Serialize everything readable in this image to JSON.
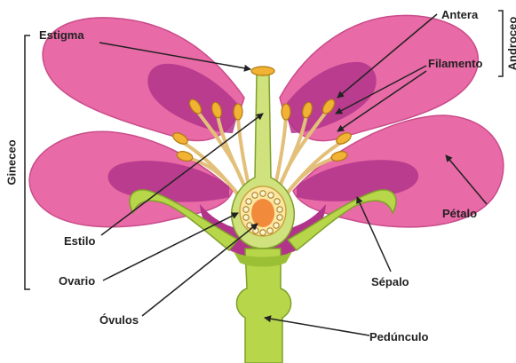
{
  "diagram": {
    "labels": {
      "estigma": "Estigma",
      "antera": "Antera",
      "filamento": "Filamento",
      "androceo": "Androceo",
      "gineceo": "Gineceo",
      "estilo": "Estilo",
      "ovario": "Ovario",
      "ovulos": "Óvulos",
      "petalo": "Pétalo",
      "sepalo": "Sépalo",
      "pedunculo": "Pedúnculo"
    },
    "colors": {
      "petal": "#e86aa6",
      "petal_edge": "#c94c8a",
      "inner": "#b1348a",
      "stem": "#b7d64a",
      "stem_edge": "#7fa02a",
      "anther": "#f2b233",
      "filament": "#e3c07a",
      "pistil": "#cfe27d",
      "ovule": "#f28a3b"
    }
  }
}
